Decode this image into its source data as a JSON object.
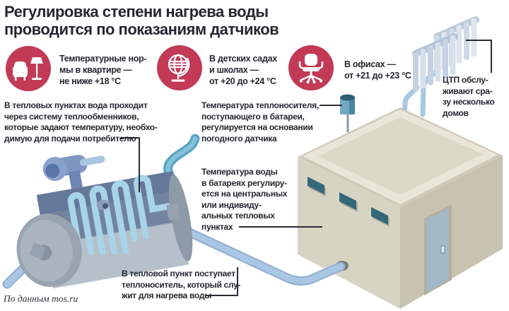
{
  "title": "Регулировка степени нагрева воды\nпроводится по показаниям датчиков",
  "temperature_norms": [
    {
      "icon": "armchair-lamp-icon",
      "label": "Температурные нор-\nмы в квартире —\nне ниже +18 °C"
    },
    {
      "icon": "globe-icon",
      "label": "В детских садах\nи школах —\nот +20 до +24 °C"
    },
    {
      "icon": "office-chair-icon",
      "label": "В офисах —\nот +21 до +23 °C"
    }
  ],
  "annotations": {
    "heat_exchange": "В тепловых пунктах вода проходит\nчерез систему теплообменников,\nкоторые задают температуру, необхо-\nдимую для подачи потребителю",
    "weather_sensor": "Температура теплоносителя,\nпоступающего в батареи,\nрегулируется на основании\nпогодного датчика",
    "water_temperature": "Температура воды\nв батареях регулиру-\nется на центральных\nили индивиду-\nальных тепловых\nпунктах",
    "coolant_inflow": "В тепловой пункт поступает\nтеплоноситель, который слу-\nжит для нагрева воды",
    "ctp": "ЦТП обслу-\nживают сра-\nзу несколько\nдомов"
  },
  "source": "По данным mos.ru",
  "colors": {
    "accent": "#c23a56",
    "ink": "#26262e",
    "pipe": "#a9c6e2",
    "pipe_teal": "#5aa5c6"
  }
}
